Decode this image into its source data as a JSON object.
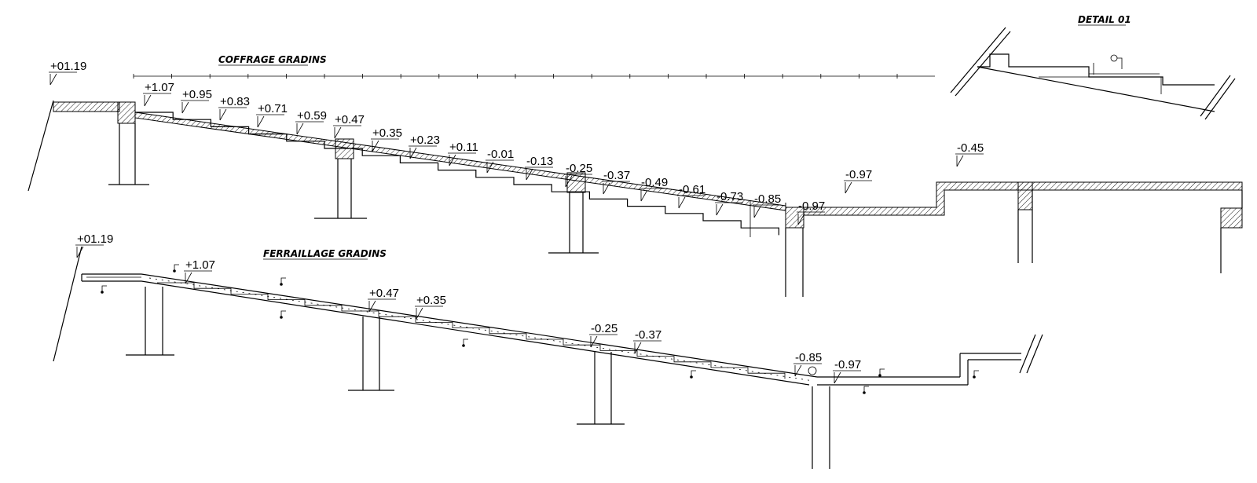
{
  "titles": {
    "coffrage": "COFFRAGE GRADINS",
    "ferraillage": "FERRAILLAGE GRADINS",
    "detail": "DETAIL 01"
  },
  "levels_coffrage": [
    "+01.19",
    "+1.07",
    "+0.95",
    "+0.83",
    "+0.71",
    "+0.59",
    "+0.47",
    "+0.35",
    "+0.23",
    "+0.11",
    "-0.01",
    "-0.13",
    "-0.25",
    "-0.37",
    "-0.49",
    "-0.61",
    "-0.73",
    "-0.85",
    "-0.97",
    "-0.97",
    "-0.45"
  ],
  "levels_ferraillage": [
    "+01.19",
    "+1.07",
    "+0.47",
    "+0.35",
    "-0.25",
    "-0.37",
    "-0.85",
    "-0.97"
  ]
}
